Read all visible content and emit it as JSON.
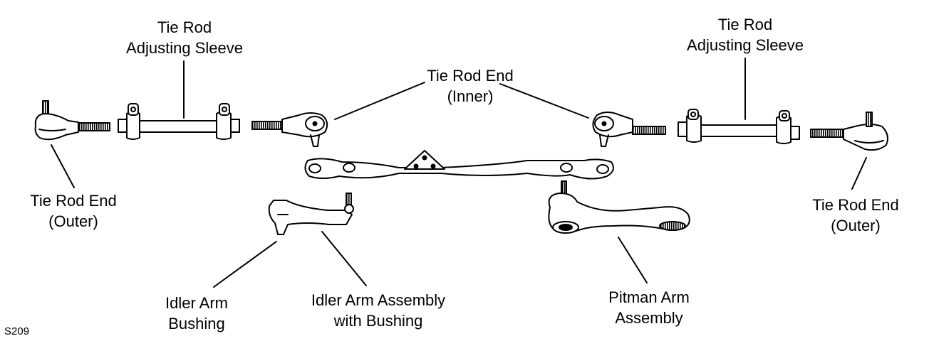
{
  "figure_code": "S209",
  "labels": {
    "tie_rod_end_outer_left": [
      "Tie Rod End",
      "(Outer)"
    ],
    "adjusting_sleeve_left": [
      "Tie Rod",
      "Adjusting Sleeve"
    ],
    "tie_rod_end_inner": [
      "Tie Rod End",
      "(Inner)"
    ],
    "adjusting_sleeve_right": [
      "Tie Rod",
      "Adjusting Sleeve"
    ],
    "tie_rod_end_outer_right": [
      "Tie Rod End",
      "(Outer)"
    ],
    "idler_arm_bushing": [
      "Idler Arm",
      "Bushing"
    ],
    "idler_arm_assembly": [
      "Idler Arm Assembly",
      "with Bushing"
    ],
    "pitman_arm_assembly": [
      "Pitman Arm",
      "Assembly"
    ]
  }
}
